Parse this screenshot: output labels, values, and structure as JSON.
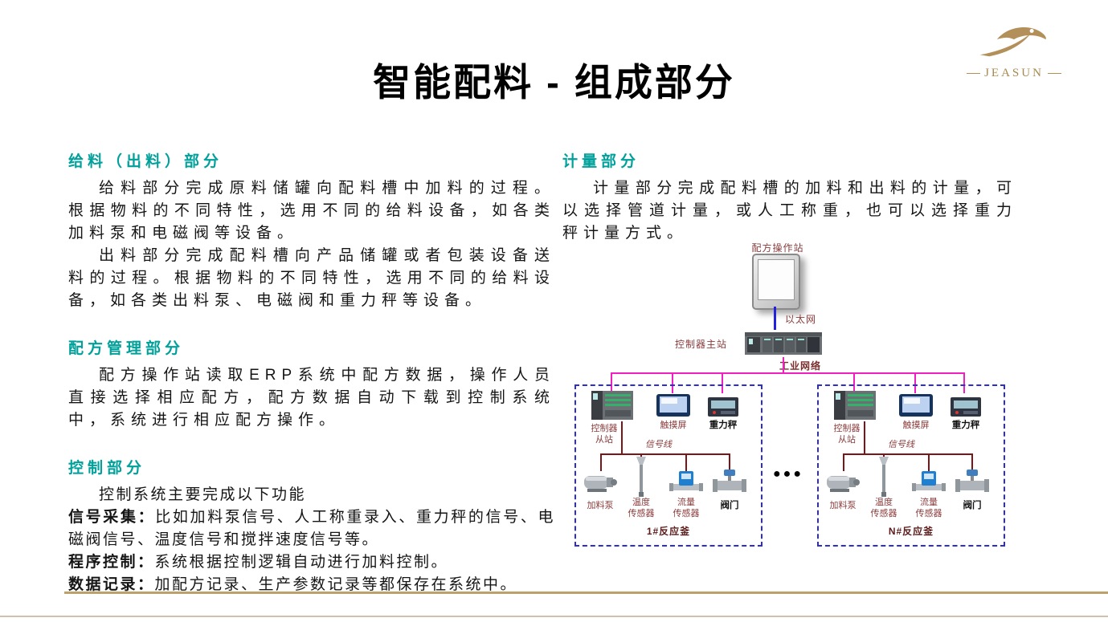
{
  "slide": {
    "title": "智能配料 - 组成部分",
    "logo_text": "JEASUN"
  },
  "colors": {
    "heading_teal": "#00A09B",
    "brand_gold": "#B3905A",
    "diagram_label_maroon": "#8B3C3C",
    "network_magenta": "#F020C0",
    "ethernet_blue": "#2222DD",
    "reactor_border_blue": "#2D2DD0"
  },
  "left": {
    "feeding": {
      "heading": "给料（出料）部分",
      "para1": "给料部分完成原料储罐向配料槽中加料的过程。根据物料的不同特性，选用不同的给料设备，如各类加料泵和电磁阀等设备。",
      "para2": "出料部分完成配料槽向产品储罐或者包装设备送料的过程。根据物料的不同特性，选用不同的给料设备，如各类出料泵、电磁阀和重力秤等设备。"
    },
    "recipe": {
      "heading": "配方管理部分",
      "para": "配方操作站读取ERP系统中配方数据，操作人员直接选择相应配方，配方数据自动下载到控制系统中，系统进行相应配方操作。"
    },
    "control": {
      "heading": "控制部分",
      "intro": "控制系统主要完成以下功能",
      "items": [
        {
          "label": "信号采集：",
          "text": "比如加料泵信号、人工称重录入、重力秤的信号、电磁阀信号、温度信号和搅拌速度信号等。"
        },
        {
          "label": "程序控制：",
          "text": "系统根据控制逻辑自动进行加料控制。"
        },
        {
          "label": "数据记录：",
          "text": "加配方记录、生产参数记录等都保存在系统中。"
        }
      ]
    }
  },
  "measure": {
    "heading": "计量部分",
    "para": "计量部分完成配料槽的加料和出料的计量，可以选择管道计量，或人工称重，也可以选择重力秤计量方式。"
  },
  "diagram": {
    "operator_station": "配方操作站",
    "ethernet": "以太网",
    "master": "控制器主站",
    "network": "工业网络",
    "signal_line": "信号线",
    "slave": "控制器\n从站",
    "touchscreen": "触摸屏",
    "scale": "重力秤",
    "pump": "加料泵",
    "temp": "温度\n传感器",
    "flow": "流量\n传感器",
    "valve": "阀门",
    "dots": "●●●",
    "reactors": [
      "1#反应釜",
      "N#反应釜"
    ]
  }
}
